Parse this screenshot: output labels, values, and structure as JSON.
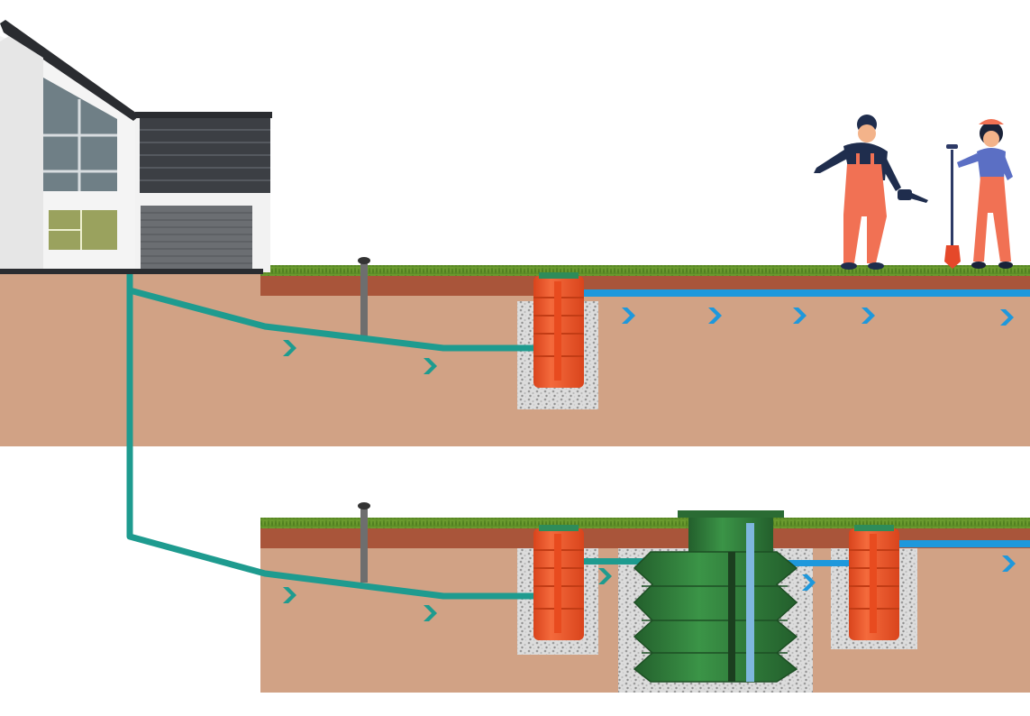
{
  "diagram": {
    "colors": {
      "soil": "#d1a285",
      "soil_dark": "#9c4a2c",
      "grass": "#6a9a2e",
      "effluent_pipe": "#1e9b8f",
      "clean_water_pipe": "#1e98dc",
      "vent_pipe": "#6e6e6e",
      "filter_tank": "#ee5a2c",
      "treatment_tank": "#2f7d3a",
      "gravel": "#d8d8d8",
      "house_wall": "#f2f2f2",
      "roof_panel": "#3c3f44"
    },
    "icons": [
      "house-icon",
      "gardener-man-icon",
      "gardener-woman-icon",
      "shovel-icon",
      "watering-can-icon",
      "flow-arrow-icon"
    ],
    "panels": [
      {
        "name": "upper-system",
        "components": [
          "vent-pipe",
          "filter-chamber",
          "outlet-pipe"
        ]
      },
      {
        "name": "lower-system",
        "components": [
          "vent-pipe",
          "filter-chamber",
          "treatment-tank",
          "outlet-chamber",
          "outlet-pipe"
        ]
      }
    ]
  }
}
